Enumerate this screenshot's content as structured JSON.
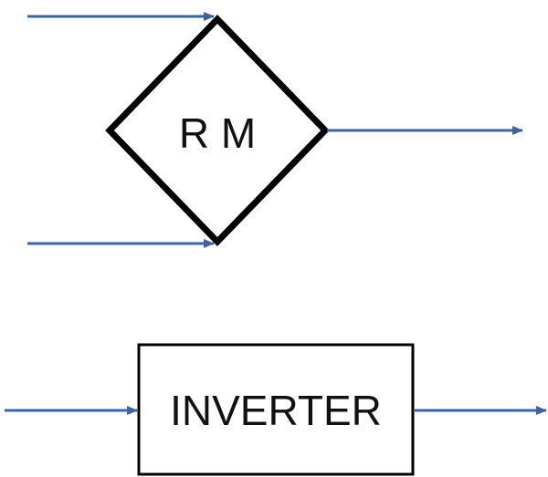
{
  "colors": {
    "arrow": "#3a64a4",
    "shape_stroke": "#000000",
    "text": "#111111",
    "background": "#ffffff"
  },
  "blocks": {
    "rm": {
      "label": "R M",
      "shape": "diamond"
    },
    "inverter": {
      "label": "INVERTER",
      "shape": "rectangle"
    }
  },
  "connections": [
    {
      "from": "input-1",
      "to": "rm"
    },
    {
      "from": "input-2",
      "to": "rm"
    },
    {
      "from": "rm",
      "to": "output"
    },
    {
      "from": "input",
      "to": "inverter"
    },
    {
      "from": "inverter",
      "to": "output"
    }
  ]
}
